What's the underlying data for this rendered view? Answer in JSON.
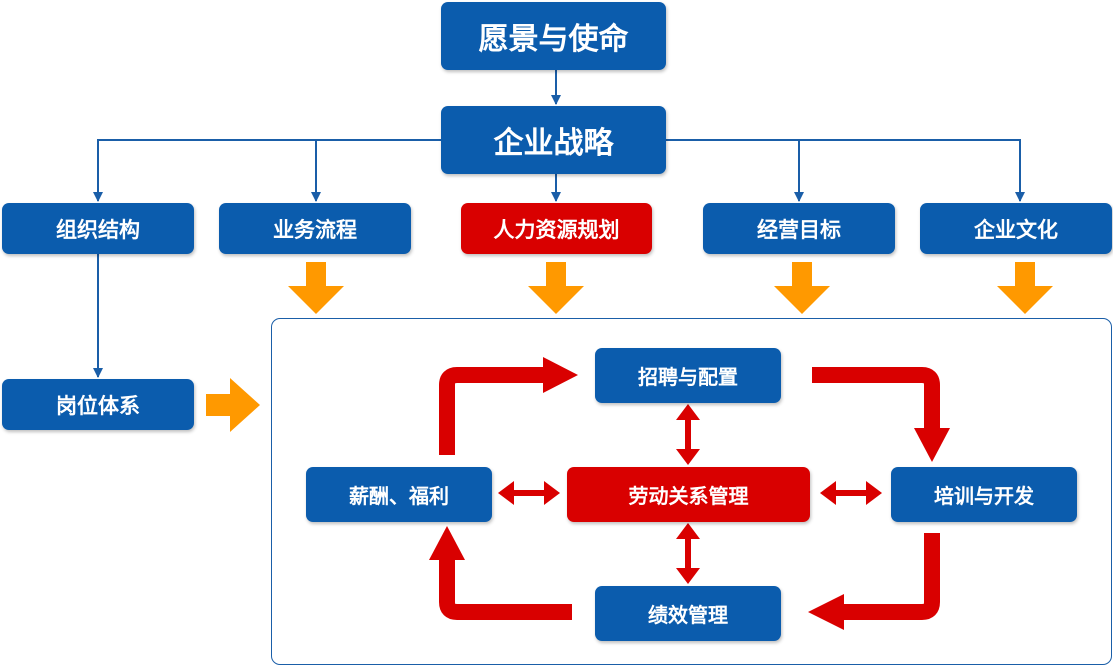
{
  "diagram": {
    "vision_mission": "愿景与使命",
    "corporate_strategy": "企业战略",
    "org_structure": "组织结构",
    "business_process": "业务流程",
    "hr_planning": "人力资源规划",
    "business_goals": "经营目标",
    "corporate_culture": "企业文化",
    "position_system": "岗位体系",
    "recruitment": "招聘与配置",
    "compensation": "薪酬、福利",
    "labor_relations": "劳动关系管理",
    "training": "培训与开发",
    "performance": "绩效管理"
  },
  "colors": {
    "box_blue": "#0b5cad",
    "box_red": "#d90000",
    "line_blue": "#1a5ea8",
    "arrow_orange": "#ff9900",
    "cycle_red": "#d90000"
  }
}
